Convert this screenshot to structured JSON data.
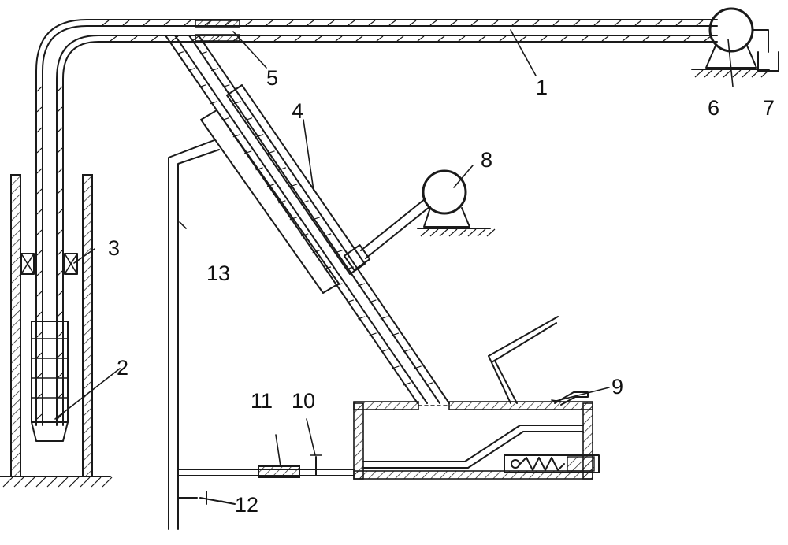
{
  "labels": {
    "l1": "1",
    "l2": "2",
    "l3": "3",
    "l4": "4",
    "l5": "5",
    "l6": "6",
    "l7": "7",
    "l8": "8",
    "l9": "9",
    "l10": "10",
    "l11": "11",
    "l12": "12",
    "l13": "13"
  },
  "colors": {
    "ink": "#1a1a1a",
    "background": "#ffffff"
  }
}
